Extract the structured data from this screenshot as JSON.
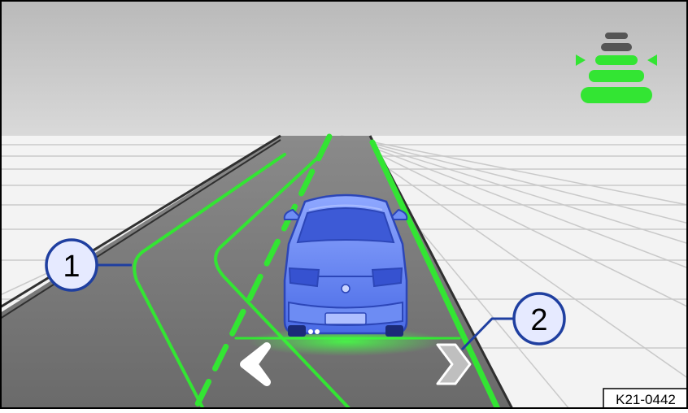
{
  "callouts": [
    {
      "number": "1",
      "target": "guide-line"
    },
    {
      "number": "2",
      "target": "side-marker"
    }
  ],
  "image_code": "K21-0442",
  "colors": {
    "sky": "#c8c8c8",
    "road": "#707070",
    "tiles": "#f2f2f2",
    "guide_green": "#33e533",
    "car_blue": "#5b7cf0",
    "callout_fill": "#e6eaff",
    "callout_stroke": "#1f3fa0"
  },
  "icons": {
    "parking_indicator": "parking-distance-indicator-icon",
    "left_chevron": "chevron-left-icon",
    "right_chevron": "chevron-right-icon"
  }
}
